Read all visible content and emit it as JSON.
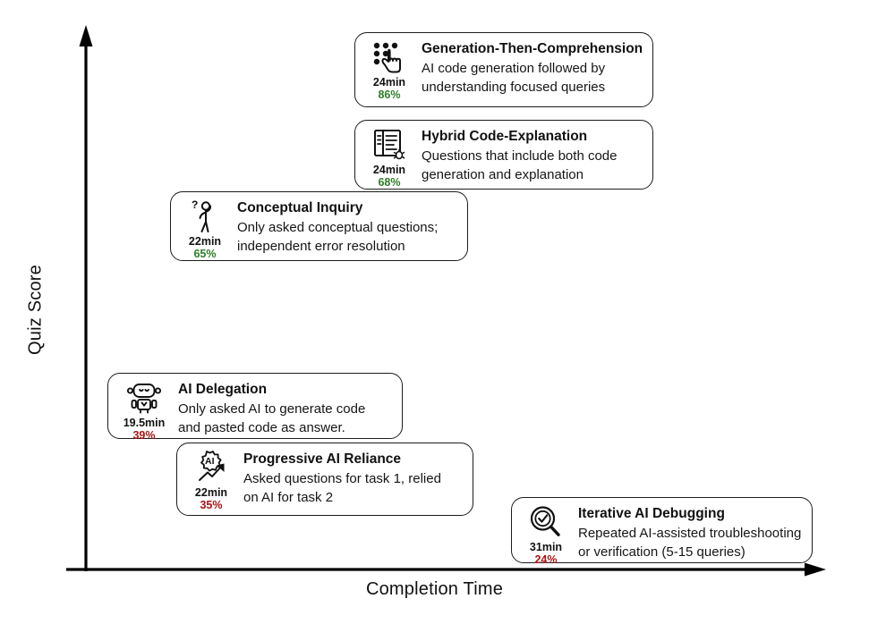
{
  "axes": {
    "x_label": "Completion Time",
    "y_label": "Quiz Score"
  },
  "colors": {
    "score_high": "#2e7d28",
    "score_low": "#a81414",
    "ink": "#111111",
    "background": "#ffffff"
  },
  "chart_data": {
    "type": "scatter",
    "title": "",
    "xlabel": "Completion Time",
    "ylabel": "Quiz Score",
    "grid": false,
    "legend": "none",
    "annotations": "Each point is a labeled card placed by completion time (x) and quiz score (y); axes are unscaled arrows with no tick labels.",
    "x": [
      24,
      24,
      22,
      19.5,
      22,
      31
    ],
    "y": [
      86,
      68,
      65,
      39,
      35,
      24
    ],
    "x_units": "min",
    "y_units": "%",
    "point_labels": [
      "Generation-Then-Comprehension",
      "Hybrid Code-Explanation",
      "Conceptual Inquiry",
      "AI Delegation",
      "Progressive AI Reliance",
      "Iterative AI Debugging"
    ]
  },
  "cards": [
    {
      "id": "generation-then-comprehension",
      "icon": "dots-and-pointing-hand-icon",
      "time": "24min",
      "score": "86%",
      "score_level": "high",
      "title": "Generation-Then-Comprehension",
      "desc_line1": "AI code generation followed by",
      "desc_line2": "understanding focused queries"
    },
    {
      "id": "hybrid-code-explanation",
      "icon": "document-with-bug-icon",
      "time": "24min",
      "score": "68%",
      "score_level": "high",
      "title": "Hybrid Code-Explanation",
      "desc_line1": "Questions that include both code",
      "desc_line2": "generation and explanation"
    },
    {
      "id": "conceptual-inquiry",
      "icon": "person-with-question-mark-icon",
      "time": "22min",
      "score": "65%",
      "score_level": "high",
      "title": "Conceptual Inquiry",
      "desc_line1": "Only asked conceptual questions;",
      "desc_line2": "independent error resolution"
    },
    {
      "id": "ai-delegation",
      "icon": "robot-icon",
      "time": "19.5min",
      "score": "39%",
      "score_level": "low",
      "title": "AI Delegation",
      "desc_line1": "Only asked AI to generate code",
      "desc_line2": "and pasted code as answer."
    },
    {
      "id": "progressive-ai-reliance",
      "icon": "ai-gear-with-trend-arrow-icon",
      "time": "22min",
      "score": "35%",
      "score_level": "low",
      "title": "Progressive AI Reliance",
      "desc_line1": "Asked questions for task 1, relied",
      "desc_line2": "on AI for task 2"
    },
    {
      "id": "iterative-ai-debugging",
      "icon": "magnifier-with-check-icon",
      "time": "31min",
      "score": "24%",
      "score_level": "low",
      "title": "Iterative AI Debugging",
      "desc_line1": "Repeated AI-assisted troubleshooting",
      "desc_line2": "or verification (5-15 queries)"
    }
  ]
}
